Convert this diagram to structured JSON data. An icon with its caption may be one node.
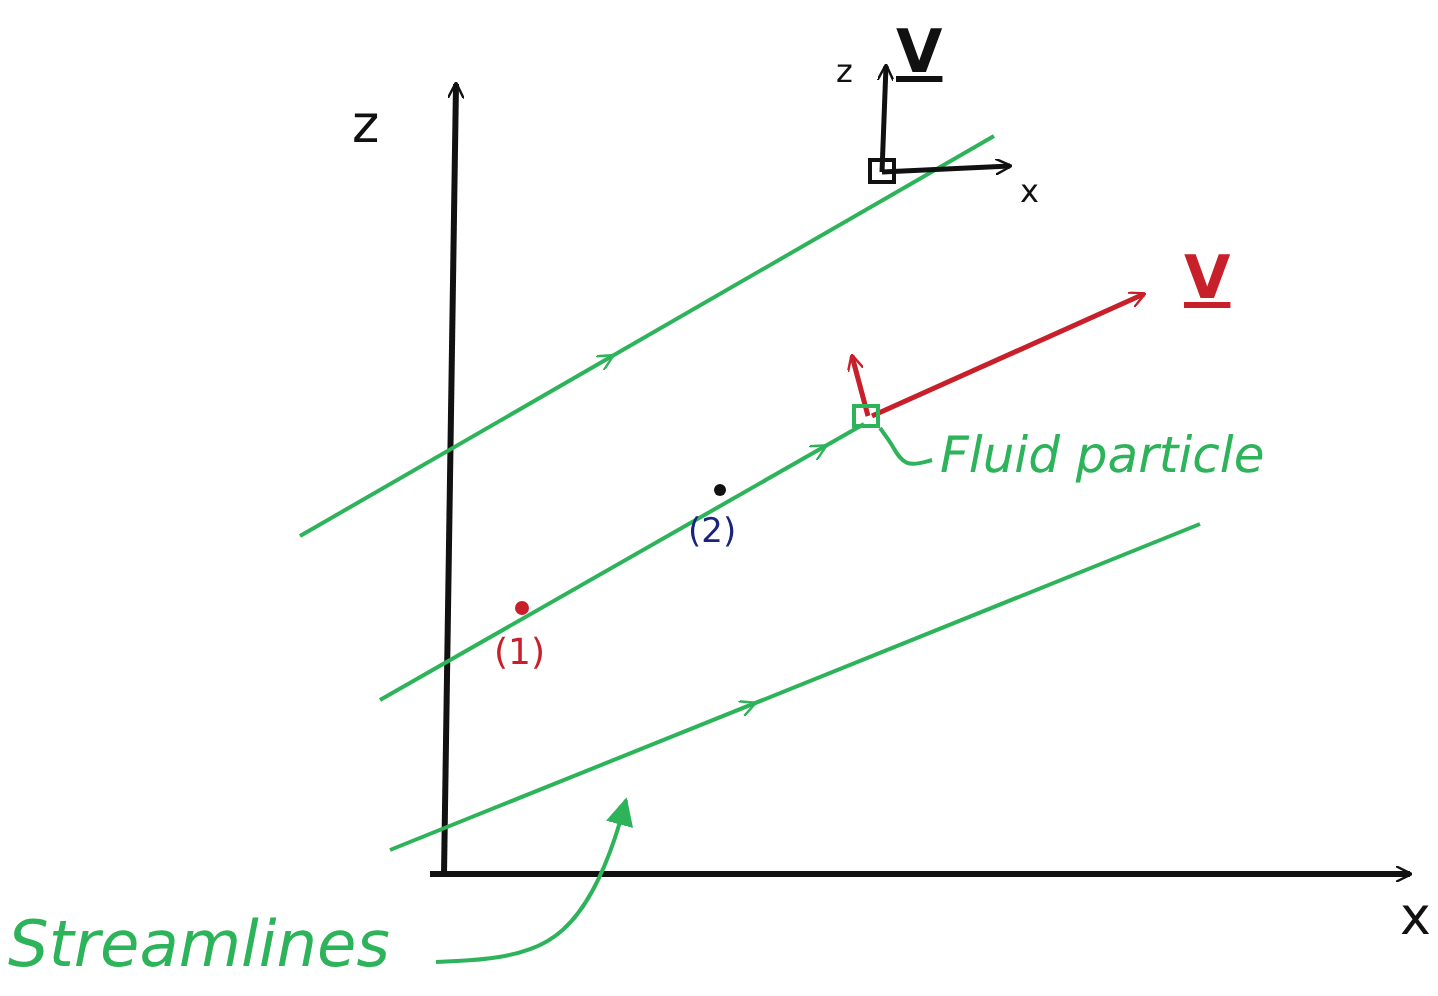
{
  "diagram": {
    "nodes": [
      {
        "text": [],
        "shape": "box"
      },
      {
        "text": [
          "Fluid particle"
        ]
      },
      {
        "text": [
          "Streamlines"
        ]
      }
    ],
    "edges": [
      {
        "from": 1,
        "to": 0,
        "arrow": "none"
      },
      {
        "from": 2,
        "to": null,
        "arrow": "to"
      }
    ],
    "labels": [
      "z",
      "V",
      "z",
      "x",
      "V",
      "(2)",
      "(1)",
      "x"
    ]
  }
}
